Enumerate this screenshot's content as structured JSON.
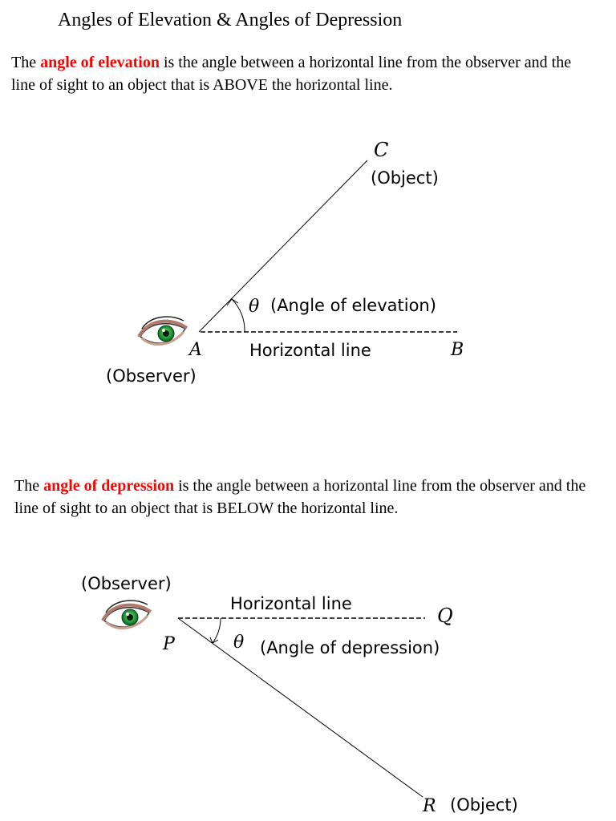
{
  "page": {
    "title": "Angles of Elevation & Angles of Depression"
  },
  "elevation": {
    "text_pre": "The ",
    "term": "angle of elevation",
    "text_post": " is the angle between a horizontal line from the observer and the line of sight to an object that is ABOVE the horizontal line.",
    "diagram": {
      "point_c": "C",
      "object_label": "(Object)",
      "theta": "θ",
      "angle_label": "(Angle of elevation)",
      "point_a": "A",
      "horizontal_label": "Horizontal line",
      "point_b": "B",
      "observer_label": "(Observer)"
    }
  },
  "depression": {
    "text_pre": "The ",
    "term": "angle of depression",
    "text_post": " is the angle between a horizontal line from the observer and the line of sight to an object that is BELOW the horizontal line.",
    "diagram": {
      "observer_label": "(Observer)",
      "horizontal_label": "Horizontal line",
      "point_q": "Q",
      "point_p": "P",
      "theta": "θ",
      "angle_label": "(Angle of depression)",
      "point_r": "R",
      "object_label": "(Object)"
    }
  },
  "colors": {
    "term_highlight": "#ff0000",
    "eye_iris": "#22a03a",
    "eye_lid": "#b07a6a"
  },
  "icons": {
    "observer": "eye-icon"
  }
}
